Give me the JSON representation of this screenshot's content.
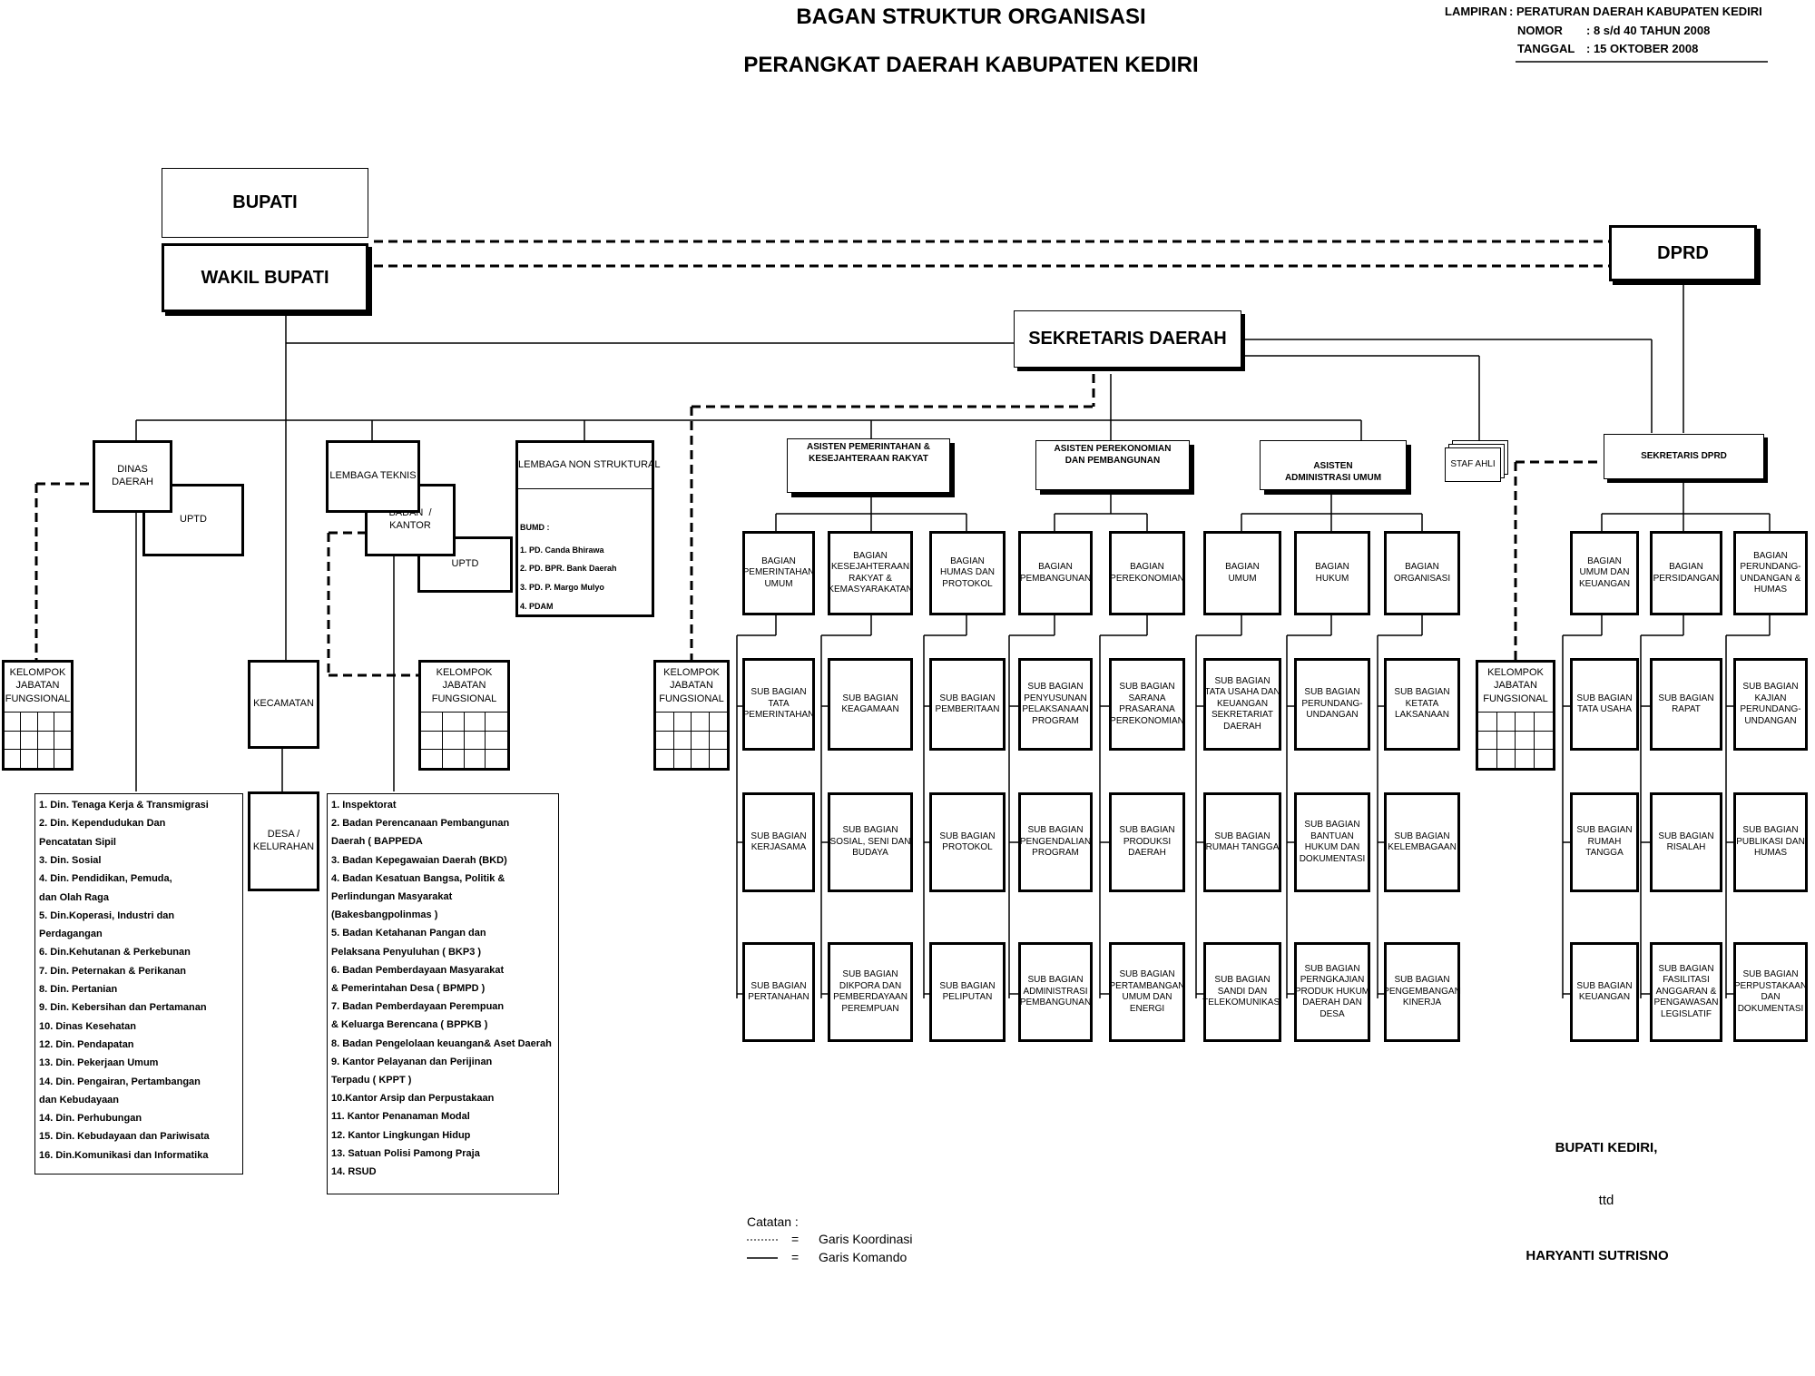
{
  "header": {
    "title_line1": "BAGAN STRUKTUR ORGANISASI",
    "title_line2": "PERANGKAT DAERAH KABUPATEN KEDIRI",
    "lampiran_label": "LAMPIRAN",
    "lampiran_value": ":  PERATURAN DAERAH KABUPATEN KEDIRI",
    "nomor_label": "NOMOR",
    "nomor_value": ":   8   s/d  40  TAHUN 2008",
    "tanggal_label": "TANGGAL",
    "tanggal_value": ":  15     OKTOBER     2008"
  },
  "top": {
    "bupati": "BUPATI",
    "wakil": "WAKIL BUPATI",
    "dprd": "DPRD",
    "sekda": "SEKRETARIS DAERAH",
    "staf_ahli": "STAF AHLI",
    "sek_dprd": "SEKRETARIS DPRD"
  },
  "left": {
    "dinas": "DINAS DAERAH",
    "uptd1": "UPTD",
    "lembaga": "LEMBAGA TEKNIS",
    "badan_kantor": "BADAN  /\nKANTOR",
    "uptd2": "UPTD",
    "lns_title": "LEMBAGA NON STRUKTURAL",
    "bumd": [
      "BUMD :",
      "1. PD. Canda Bhirawa",
      "2. PD. BPR. Bank Daerah",
      "3. PD. P. Margo Mulyo",
      "4. PDAM"
    ],
    "kjf": "KELOMPOK\nJABATAN\nFUNGSIONAL",
    "kecamatan": "KECAMATAN",
    "desa": "DESA /\nKELURAHAN"
  },
  "dinas_list": [
    "1.   Din. Tenaga Kerja & Transmigrasi",
    "2.   Din. Kependudukan Dan",
    "       Pencatatan Sipil",
    "3.   Din. Sosial",
    "4.   Din. Pendidikan, Pemuda,",
    "       dan Olah Raga",
    "5.   Din.Koperasi, Industri dan",
    "        Perdagangan",
    "6.   Din.Kehutanan & Perkebunan",
    "7.   Din. Peternakan & Perikanan",
    "8.   Din. Pertanian",
    "9.   Din. Kebersihan dan Pertamanan",
    "10. Dinas Kesehatan",
    "12. Din. Pendapatan",
    "13. Din. Pekerjaan Umum",
    "14. Din. Pengairan, Pertambangan",
    "        dan Kebudayaan",
    "14. Din. Perhubungan",
    "15. Din. Kebudayaan dan Pariwisata",
    "16. Din.Komunikasi dan Informatika"
  ],
  "lembaga_list": [
    "1. Inspektorat",
    "2. Badan Perencanaan Pembangunan",
    "    Daerah ( BAPPEDA",
    "3. Badan Kepegawaian Daerah  (BKD)",
    "4. Badan Kesatuan Bangsa, Politik &",
    "    Perlindungan Masyarakat",
    "    (Bakesbangpolinmas )",
    "5.  Badan Ketahanan Pangan dan",
    "     Pelaksana Penyuluhan ( BKP3 )",
    "6.  Badan Pemberdayaan Masyarakat",
    "      &  Pemerintahan Desa ( BPMPD )",
    "7.  Badan Pemberdayaan Perempuan",
    "      &  Keluarga Berencana ( BPPKB )",
    "8.  Badan Pengelolaan keuangan& Aset Daerah",
    "9.  Kantor Pelayanan dan Perijinan",
    "     Terpadu  ( KPPT )",
    "10.Kantor Arsip dan Perpustakaan",
    "11. Kantor Penanaman Modal",
    "12.  Kantor Lingkungan Hidup",
    "13. Satuan Polisi Pamong Praja",
    "14. RSUD"
  ],
  "asisten": {
    "a1": "ASISTEN PEMERINTAHAN &\nKESEJAHTERAAN RAKYAT",
    "a2": "ASISTEN PEREKONOMIAN\nDAN PEMBANGUNAN",
    "a3": "ASISTEN\nADMINISTRASI UMUM"
  },
  "bagian": [
    "BAGIAN\nPEMERINTAHAN\nUMUM",
    "BAGIAN\nKESEJAHTERAAN\nRAKYAT &\nKEMASYARAKATAN",
    "BAGIAN\nHUMAS DAN\nPROTOKOL",
    "BAGIAN\nPEMBANGUNAN",
    "BAGIAN\nPEREKONOMIAN",
    "BAGIAN\nUMUM",
    "BAGIAN\nHUKUM",
    "BAGIAN\nORGANISASI",
    "BAGIAN\nUMUM DAN\nKEUANGAN",
    "BAGIAN\nPERSIDANGAN",
    "BAGIAN\nPERUNDANG-\nUNDANGAN &\nHUMAS"
  ],
  "sub": [
    [
      "SUB BAGIAN\nTATA\nPEMERINTAHAN",
      "SUB BAGIAN\nKERJASAMA",
      "SUB BAGIAN\nPERTANAHAN"
    ],
    [
      "SUB BAGIAN\nKEAGAMAAN",
      "SUB BAGIAN\nSOSIAL, SENI DAN\nBUDAYA",
      "SUB BAGIAN\nDIKPORA DAN\nPEMBERDAYAAN\nPEREMPUAN"
    ],
    [
      "SUB BAGIAN\nPEMBERITAAN",
      "SUB BAGIAN\nPROTOKOL",
      "SUB BAGIAN\nPELIPUTAN"
    ],
    [
      "SUB BAGIAN\nPENYUSUNAN\nPELAKSANAAN\nPROGRAM",
      "SUB BAGIAN\nPENGENDALIAN\nPROGRAM",
      "SUB BAGIAN\nADMINISTRASI\nPEMBANGUNAN"
    ],
    [
      "SUB BAGIAN\nSARANA\nPRASARANA\nPEREKONOMIAN",
      "SUB BAGIAN\nPRODUKSI\nDAERAH",
      "SUB BAGIAN\nPERTAMBANGAN\nUMUM DAN\nENERGI"
    ],
    [
      "SUB BAGIAN\nTATA USAHA DAN\nKEUANGAN\nSEKRETARIAT\nDAERAH",
      "SUB BAGIAN\nRUMAH TANGGA",
      "SUB BAGIAN\nSANDI DAN\nTELEKOMUNIKASI"
    ],
    [
      "SUB BAGIAN\nPERUNDANG-\nUNDANGAN",
      "SUB BAGIAN\nBANTUAN\nHUKUM DAN\nDOKUMENTASI",
      "SUB BAGIAN\nPERNGKAJIAN\nPRODUK HUKUM\nDAERAH DAN\nDESA"
    ],
    [
      "SUB BAGIAN\nKETATA\nLAKSANAAN",
      "SUB BAGIAN\nKELEMBAGAAN",
      "SUB BAGIAN\nPENGEMBANGAN\nKINERJA"
    ],
    [
      "SUB BAGIAN\nTATA USAHA",
      "SUB BAGIAN\nRUMAH\nTANGGA",
      "SUB BAGIAN\nKEUANGAN"
    ],
    [
      "SUB BAGIAN\nRAPAT",
      "SUB BAGIAN\nRISALAH",
      "SUB BAGIAN\nFASILITASI\nANGGARAN &\nPENGAWASAN\nLEGISLATIF"
    ],
    [
      "SUB BAGIAN\nKAJIAN\nPERUNDANG-\nUNDANGAN",
      "SUB BAGIAN\nPUBLIKASI DAN\nHUMAS",
      "SUB BAGIAN\nPERPUSTAKAAN\nDAN\nDOKUMENTASI"
    ]
  ],
  "legend": {
    "title": "Catatan :",
    "eq1": "=",
    "eq2": "=",
    "koordinasi": "Garis Koordinasi",
    "komando": "Garis Komando"
  },
  "sign": {
    "title": "BUPATI KEDIRI,",
    "ttd": "ttd",
    "name": "HARYANTI  SUTRISNO"
  }
}
